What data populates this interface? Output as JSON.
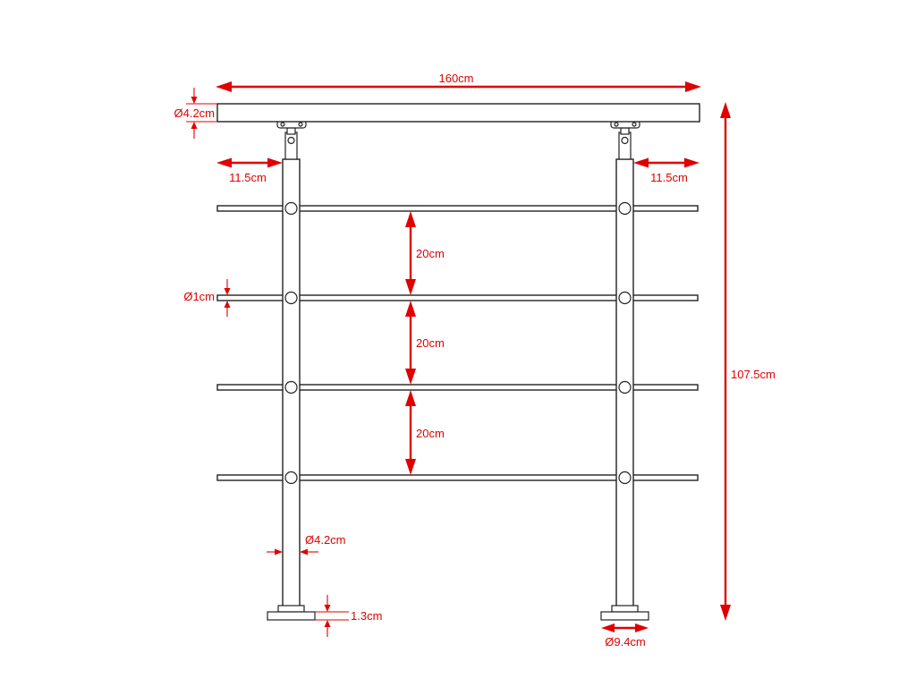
{
  "diagram": {
    "dimensions": {
      "total_width": "160cm",
      "handrail_diameter": "Ø4.2cm",
      "overhang_left": "11.5cm",
      "overhang_right": "11.5cm",
      "rod_diameter": "Ø1cm",
      "spacing_1": "20cm",
      "spacing_2": "20cm",
      "spacing_3": "20cm",
      "total_height": "107.5cm",
      "post_diameter": "Ø4.2cm",
      "base_height": "1.3cm",
      "base_diameter": "Ø9.4cm"
    },
    "colors": {
      "dimension": "#e00000",
      "outline": "#222222"
    }
  }
}
